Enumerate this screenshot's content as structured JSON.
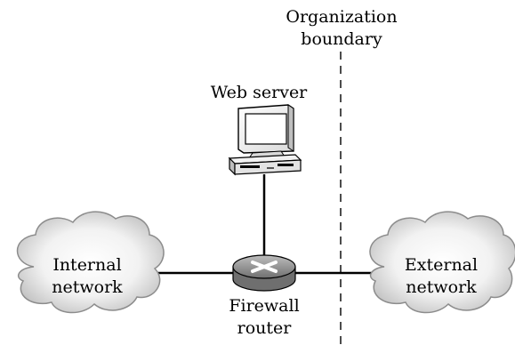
{
  "diagram": {
    "boundary_label": [
      "Organization",
      "boundary"
    ],
    "web_server_label": "Web server",
    "internal_label": [
      "Internal",
      "network"
    ],
    "external_label": [
      "External",
      "network"
    ],
    "router_label": [
      "Firewall",
      "router"
    ]
  },
  "colors": {
    "cloud_fill": "#cfcfcf",
    "router_fill": "#9e9e9e",
    "line": "#000000",
    "boundary": "#000000"
  }
}
